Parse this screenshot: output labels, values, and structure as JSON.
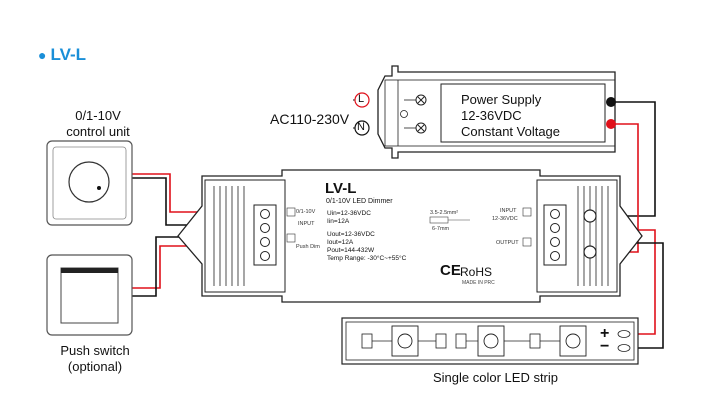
{
  "title": "LV-L",
  "control_unit": {
    "line1": "0/1-10V",
    "line2": "control unit"
  },
  "push_switch": {
    "line1": "Push switch",
    "line2": "(optional)"
  },
  "ac_input": "AC110-230V",
  "ac_terminals": {
    "live": "L",
    "neutral": "N"
  },
  "power_supply": {
    "line1": "Power Supply",
    "line2": "12-36VDC",
    "line3": "Constant Voltage"
  },
  "dimmer": {
    "model": "LV-L",
    "subtitle": "0/1-10V LED Dimmer",
    "input_specs": [
      "Uin=12-36VDC",
      "Iin=12A"
    ],
    "output_specs": [
      "Uout=12-36VDC",
      "Iout=12A",
      "Pout=144-432W",
      "Temp Range: -30°C~+55°C"
    ],
    "wire_strip": [
      "3.5-2.5mm²",
      "6-7mm"
    ],
    "left_terminal_labels": [
      "0/1-10V",
      "INPUT",
      "Push Dim"
    ],
    "right_terminal_labels": [
      "INPUT",
      "12-36VDC",
      "OUTPUT"
    ],
    "marks": {
      "ce": "CE",
      "rohs": "RoHS",
      "made_in": "MADE IN PRC"
    }
  },
  "led_strip": {
    "label": "Single color LED strip",
    "plus": "+",
    "minus": "−"
  },
  "colors": {
    "title": "#1a8fd8",
    "wire_red": "#e0101a",
    "wire_black": "#111111",
    "outline": "#222222"
  },
  "icons": [
    "knob-icon",
    "terminal-screw-icon",
    "led-chip-icon",
    "resistor-icon"
  ]
}
